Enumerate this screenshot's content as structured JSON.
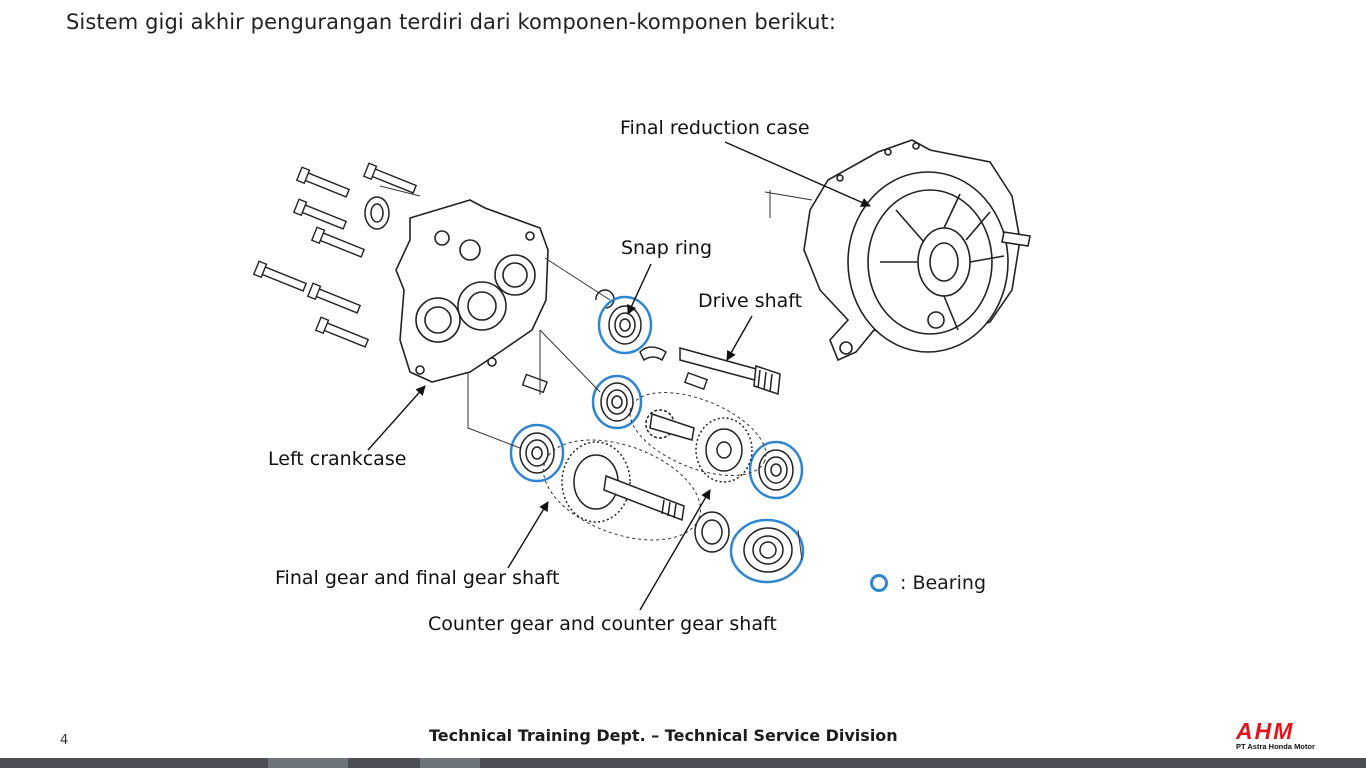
{
  "slide": {
    "heading": "Sistem gigi akhir pengurangan terdiri dari komponen-komponen berikut:",
    "page_number": "4",
    "footer": "Technical Training Dept. – Technical Service Division"
  },
  "logo": {
    "word": "AHM",
    "subtitle": "PT Astra Honda Motor",
    "color": "#e3151a"
  },
  "labels": {
    "final_reduction_case": "Final reduction case",
    "snap_ring": "Snap ring",
    "drive_shaft": "Drive shaft",
    "left_crankcase": "Left crankcase",
    "final_gear": "Final gear and final gear shaft",
    "counter_gear": "Counter gear and counter gear shaft"
  },
  "legend": {
    "symbol": "ring",
    "text": ": Bearing",
    "color": "#2f86cf"
  },
  "colors": {
    "bearing_ring": "#2f86cf",
    "line_art": "#222222"
  }
}
